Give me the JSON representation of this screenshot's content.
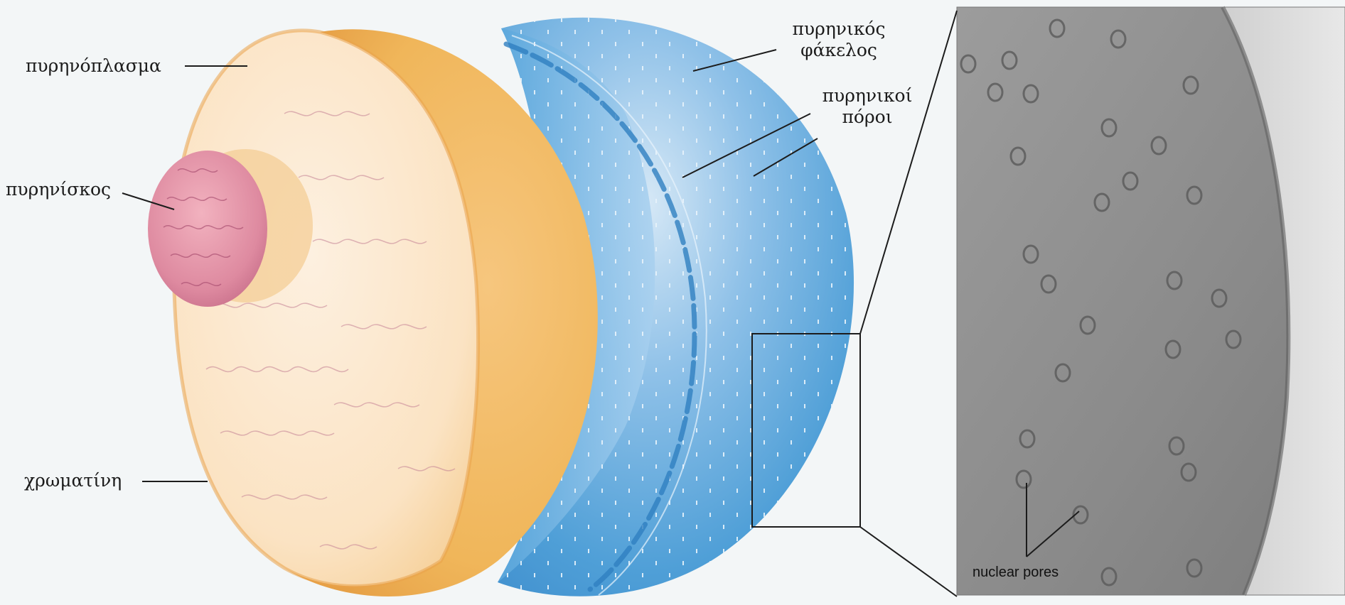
{
  "labels": {
    "nucleoplasm": "πυρηνόπλασμα",
    "nucleolus": "πυρηνίσκος",
    "chromatin": "χρωματίνη",
    "envelope_line1": "πυρηνικός",
    "envelope_line2": "φάκελος",
    "pores_line1": "πυρηνικοί",
    "pores_line2": "πόροι",
    "micrograph_caption": "nuclear pores"
  },
  "colors": {
    "background": "#f3f6f7",
    "nucleoplasm_outer": "#f0b65a",
    "nucleoplasm_inner": "#fbe6cf",
    "nucleolus": "#d9758f",
    "envelope": "#4f9fd7",
    "envelope_highlight": "#cfe4f5",
    "micrograph": "#8a8a8a"
  }
}
